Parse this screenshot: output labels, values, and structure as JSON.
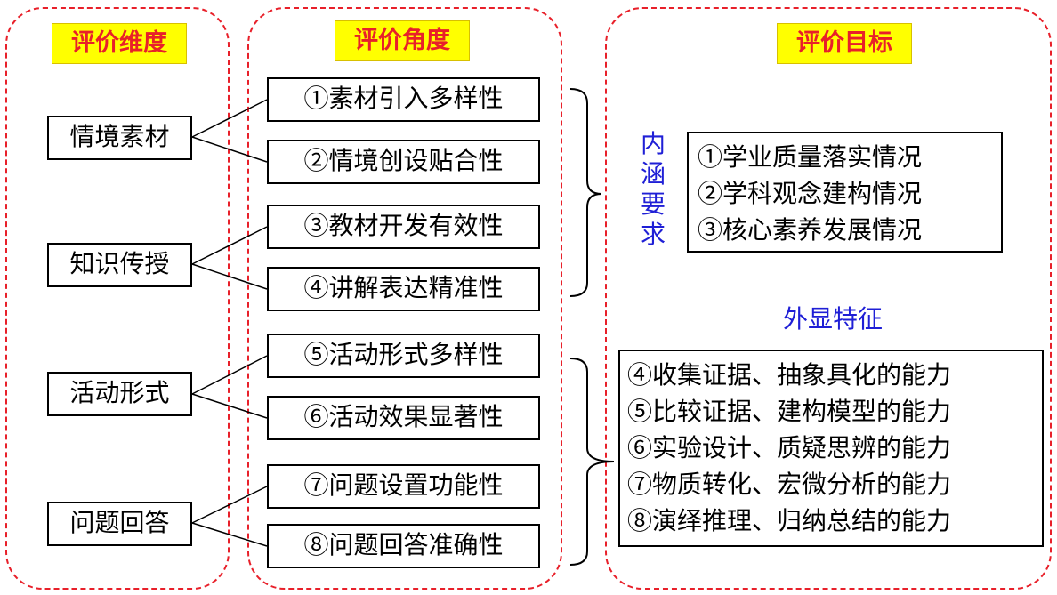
{
  "headers": {
    "dimension": "评价维度",
    "angle": "评价角度",
    "target": "评价目标"
  },
  "dimensions": [
    "情境素材",
    "知识传授",
    "活动形式",
    "问题回答"
  ],
  "angles": [
    "①素材引入多样性",
    "②情境创设贴合性",
    "③教材开发有效性",
    "④讲解表达精准性",
    "⑤活动形式多样性",
    "⑥活动效果显著性",
    "⑦问题设置功能性",
    "⑧问题回答准确性"
  ],
  "inner": {
    "label": [
      "内",
      "涵",
      "要",
      "求"
    ],
    "items": [
      "①学业质量落实情况",
      "②学科观念建构情况",
      "③核心素养发展情况"
    ]
  },
  "outer": {
    "label": "外显特征",
    "items": [
      "④收集证据、抽象具化的能力",
      "⑤比较证据、建构模型的能力",
      "⑥实验设计、质疑思辨的能力",
      "⑦物质转化、宏微分析的能力",
      "⑧演绎推理、归纳总结的能力"
    ]
  },
  "colors": {
    "dash": "#e8202a",
    "header_bg": "#ffff00",
    "header_text": "#e8202a",
    "label_blue": "#1f1fd6"
  }
}
